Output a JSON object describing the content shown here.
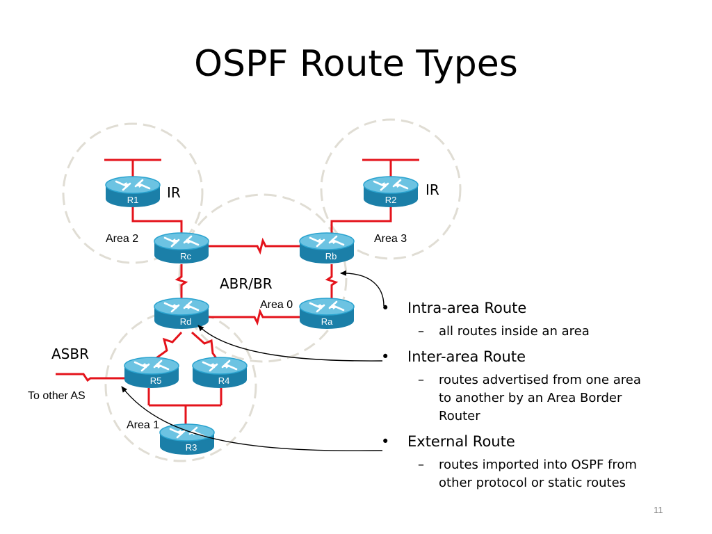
{
  "title": "OSPF Route Types",
  "colors": {
    "link": "#e4131b",
    "router_top": "#7fcfea",
    "router_body": "#2aa3cf",
    "router_dark": "#1b7fa8",
    "area_circle": "#e0ddd4",
    "arrow": "#000000"
  },
  "routers": {
    "r1": "R1",
    "r2": "R2",
    "rc": "Rc",
    "rb": "Rb",
    "rd": "Rd",
    "ra": "Ra",
    "r5": "R5",
    "r4": "R4",
    "r3": "R3"
  },
  "labels": {
    "ir_left": "IR",
    "ir_right": "IR",
    "area2": "Area 2",
    "area3": "Area 3",
    "area0": "Area 0",
    "area1": "Area 1",
    "abr": "ABR/BR",
    "asbr": "ASBR",
    "other_as": "To other AS"
  },
  "bullets": [
    {
      "text": "Intra-area Route",
      "sub": "all routes inside an area"
    },
    {
      "text": "Inter-area Route",
      "sub": "routes advertised from one area to another by an Area Border Router"
    },
    {
      "text": "External Route",
      "sub": "routes imported into OSPF from other protocol or static routes"
    }
  ],
  "page_number": "11"
}
